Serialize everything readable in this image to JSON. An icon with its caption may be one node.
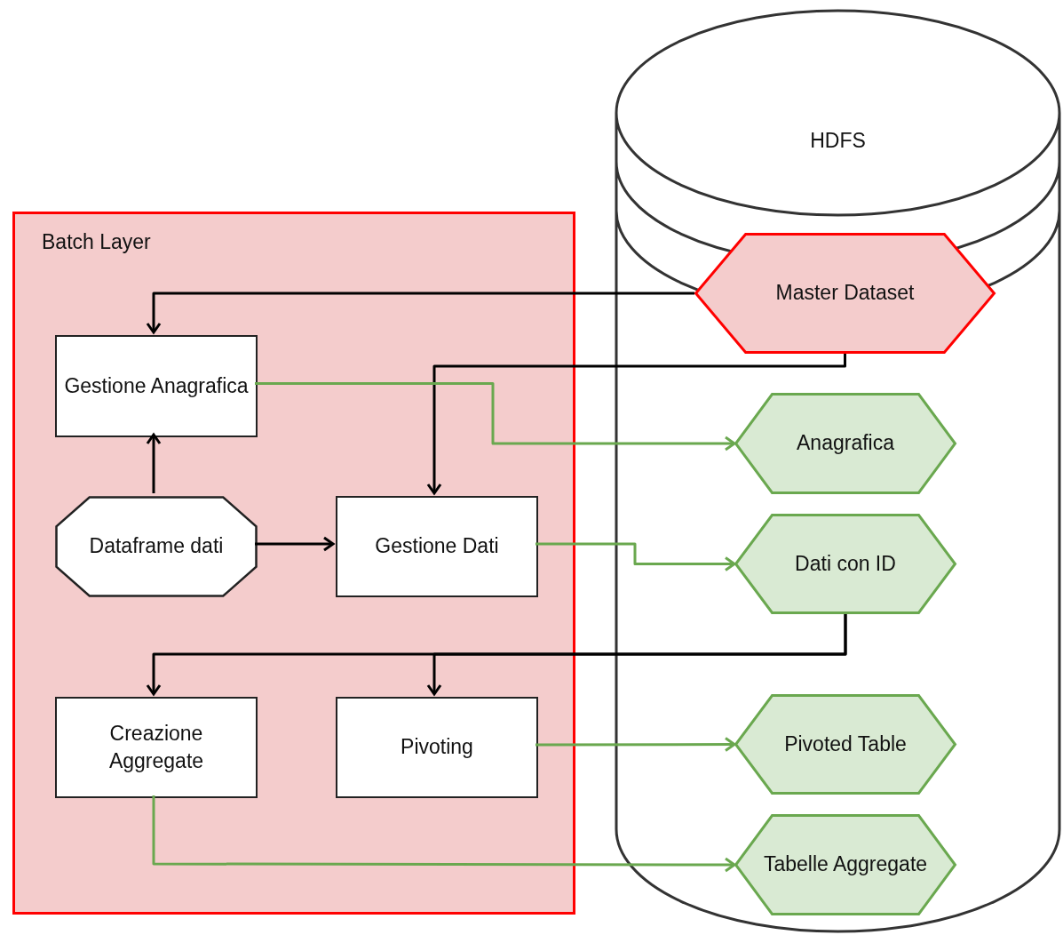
{
  "diagram": {
    "nodes": [
      {
        "text": [
          "HDFS"
        ]
      },
      {
        "text": [
          "Batch Layer"
        ]
      },
      {
        "text": [
          "Master Dataset"
        ],
        "in": 0
      },
      {
        "text": [
          "Gestione Anagrafica"
        ],
        "in": 1
      },
      {
        "text": [
          "Anagrafica"
        ],
        "in": 0
      },
      {
        "text": [
          "Dataframe dati"
        ],
        "in": 1
      },
      {
        "text": [
          "Gestione Dati"
        ],
        "in": 1
      },
      {
        "text": [
          "Dati con ID"
        ],
        "in": 0
      },
      {
        "text": [
          "Creazione Aggregate"
        ],
        "in": 1
      },
      {
        "text": [
          "Pivoting"
        ],
        "in": 1
      },
      {
        "text": [
          "Pivoted Table"
        ],
        "in": 0
      },
      {
        "text": [
          "Tabelle Aggregate"
        ],
        "in": 0
      }
    ],
    "edges": [
      {
        "from": 2,
        "to": 3,
        "arrow": "to"
      },
      {
        "from": 2,
        "to": 6,
        "arrow": "to"
      },
      {
        "from": 3,
        "to": 4,
        "arrow": "to",
        "color": "#6aa84f"
      },
      {
        "from": 5,
        "to": 3,
        "arrow": "to"
      },
      {
        "from": 5,
        "to": 6,
        "arrow": "to"
      },
      {
        "from": 6,
        "to": 7,
        "arrow": "to",
        "color": "#6aa84f"
      },
      {
        "from": 7,
        "to": 8,
        "arrow": "to"
      },
      {
        "from": 7,
        "to": 9,
        "arrow": "to"
      },
      {
        "from": 9,
        "to": 10,
        "arrow": "to",
        "color": "#6aa84f"
      },
      {
        "from": 8,
        "to": 11,
        "arrow": "to",
        "color": "#6aa84f"
      }
    ]
  }
}
